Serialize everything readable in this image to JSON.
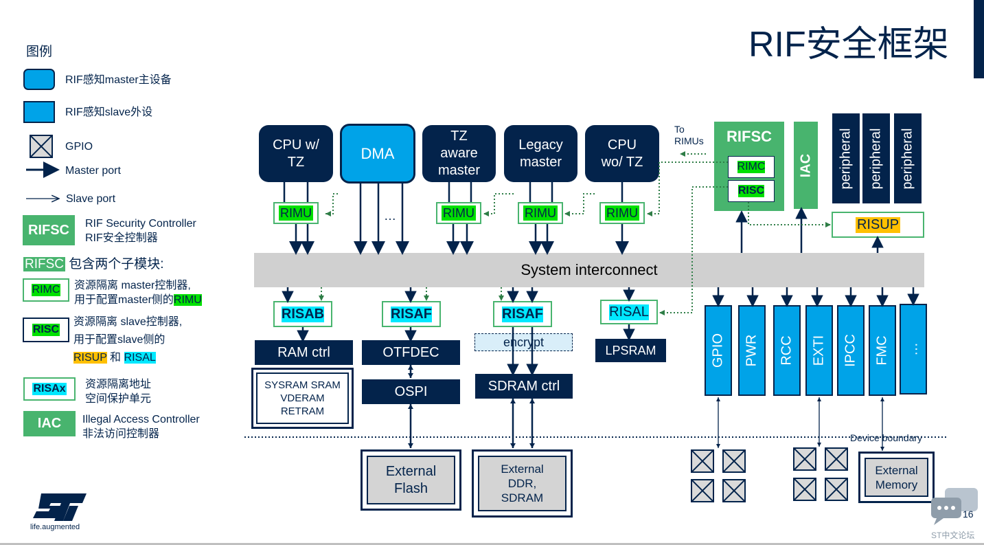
{
  "title": "RIF安全框架",
  "legend": {
    "heading": "图例",
    "master_device": "RIF感知master主设备",
    "slave_periph": "RIF感知slave外设",
    "gpio": "GPIO",
    "master_port": "Master port",
    "slave_port": "Slave port",
    "rifsc_box": "RIFSC",
    "rifsc_line1": "RIF Security Controller",
    "rifsc_line2": "RIF安全控制器",
    "rifsc_tag": "RIFSC",
    "submodules": " 包含两个子模块:",
    "rimc_box": "RIMC",
    "rimc_line1": "资源隔离 master控制器,",
    "rimc_line2a": "用于配置master侧的",
    "rimc_line2b": "RIMU",
    "risc_box": "RISC",
    "risc_line1": "资源隔离 slave控制器,",
    "risc_line2": "用于配置slave侧的",
    "risc_line3a": "RISUP",
    "risc_line3b": " 和 ",
    "risc_line3c": "RISAL",
    "risax_box": "RISAx",
    "risax_line1": "资源隔离地址",
    "risax_line2": "空间保护单元",
    "iac_box": "IAC",
    "iac_line1": "Illegal Access Controller",
    "iac_line2": "非法访问控制器"
  },
  "masters": {
    "cpu_tz_l1": "CPU w/",
    "cpu_tz_l2": "TZ",
    "dma": "DMA",
    "tz_l1": "TZ",
    "tz_l2": "aware",
    "tz_l3": "master",
    "legacy_l1": "Legacy",
    "legacy_l2": "master",
    "cpu_notz_l1": "CPU",
    "cpu_notz_l2": "wo/ TZ",
    "ellipsis": "…"
  },
  "rimu": "RIMU",
  "to_rimus_l1": "To",
  "to_rimus_l2": "RIMUs",
  "rifsc": {
    "title": "RIFSC",
    "rimc": "RIMC",
    "risc": "RISC"
  },
  "iac": "IAC",
  "peripherals": [
    "peripheral",
    "peripheral",
    "peripheral"
  ],
  "risup": "RISUP",
  "interconnect": "System interconnect",
  "slaves": {
    "risab": "RISAB",
    "risaf1": "RISAF",
    "risaf2": "RISAF",
    "risal": "RISAL",
    "ram_ctrl": "RAM ctrl",
    "otfdec": "OTFDEC",
    "encrypt": "encrypt",
    "lpsram": "LPSRAM",
    "sysram_l1": "SYSRAM SRAM",
    "sysram_l2": "VDERAM",
    "sysram_l3": "RETRAM",
    "ospi": "OSPI",
    "sdram_ctrl": "SDRAM ctrl"
  },
  "periph_blocks": [
    "GPIO",
    "PWR",
    "RCC",
    "EXTI",
    "IPCC",
    "FMC",
    "…"
  ],
  "device_boundary": "Device boundary",
  "external": {
    "flash_l1": "External",
    "flash_l2": "Flash",
    "ddr_l1": "External",
    "ddr_l2": "DDR,",
    "ddr_l3": "SDRAM",
    "mem_l1": "External",
    "mem_l2": "Memory"
  },
  "logo_tagline": "life.augmented",
  "page_number": "16",
  "watermark": "ST中文论坛",
  "colors": {
    "navy": "#03234b",
    "rif_green": "#48b46e",
    "blue": "#00a3e8",
    "highlight_green": "#00e000",
    "highlight_cyan": "#00e8ff",
    "highlight_yellow": "#ffc000",
    "interconnect_gray": "#d0d0d0"
  }
}
